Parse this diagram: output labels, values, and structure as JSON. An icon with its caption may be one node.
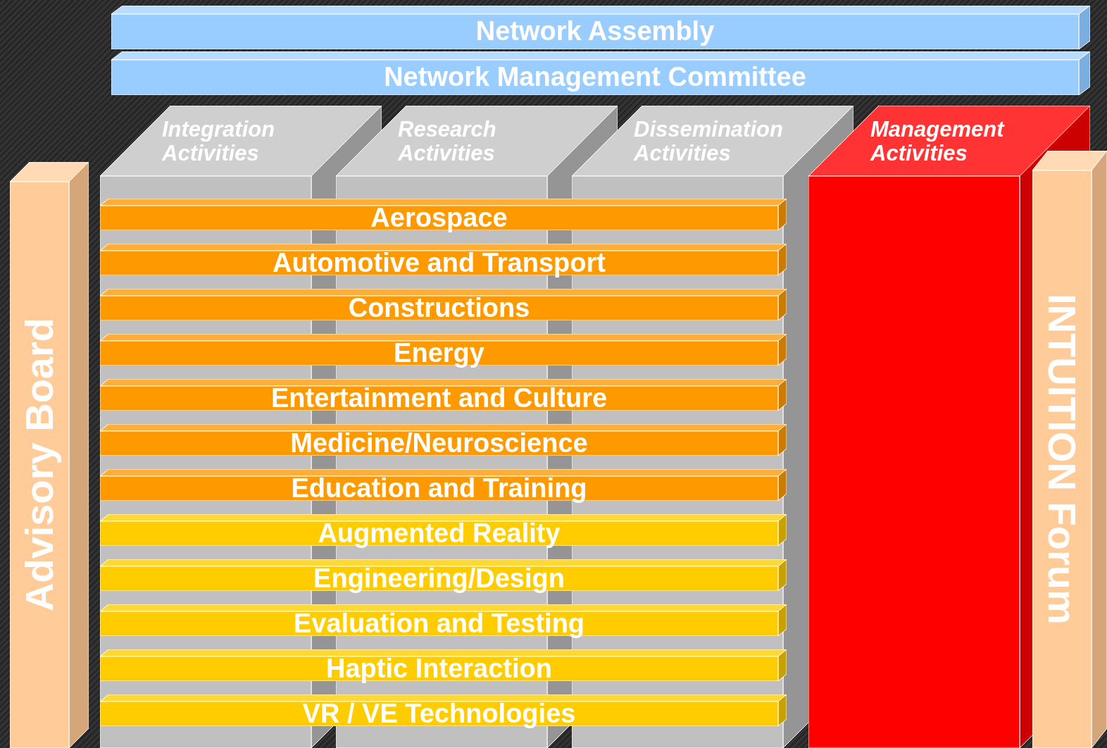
{
  "diagram": {
    "nodes": [
      {
        "text": [
          "Network Assembly"
        ]
      },
      {
        "text": [
          "Network Management Committee"
        ]
      },
      {
        "text": [
          "Integration Activities"
        ]
      },
      {
        "text": [
          "Research Activities"
        ]
      },
      {
        "text": [
          "Dissemination Activities"
        ]
      },
      {
        "text": [
          "Management Activities"
        ]
      },
      {
        "text": [
          "Advisory Board"
        ]
      },
      {
        "text": [
          "INTUITION Forum"
        ]
      },
      {
        "text": [
          "Aerospace"
        ]
      },
      {
        "text": [
          "Automotive and Transport"
        ]
      },
      {
        "text": [
          "Constructions"
        ]
      },
      {
        "text": [
          "Energy"
        ]
      },
      {
        "text": [
          "Entertainment and Culture"
        ]
      },
      {
        "text": [
          "Medicine/Neuroscience"
        ]
      },
      {
        "text": [
          "Education and Training"
        ]
      },
      {
        "text": [
          "Augmented Reality"
        ]
      },
      {
        "text": [
          "Engineering/Design"
        ]
      },
      {
        "text": [
          "Evaluation and Testing"
        ]
      },
      {
        "text": [
          "Haptic Interaction"
        ]
      },
      {
        "text": [
          "VR / VE Technologies"
        ]
      }
    ]
  }
}
